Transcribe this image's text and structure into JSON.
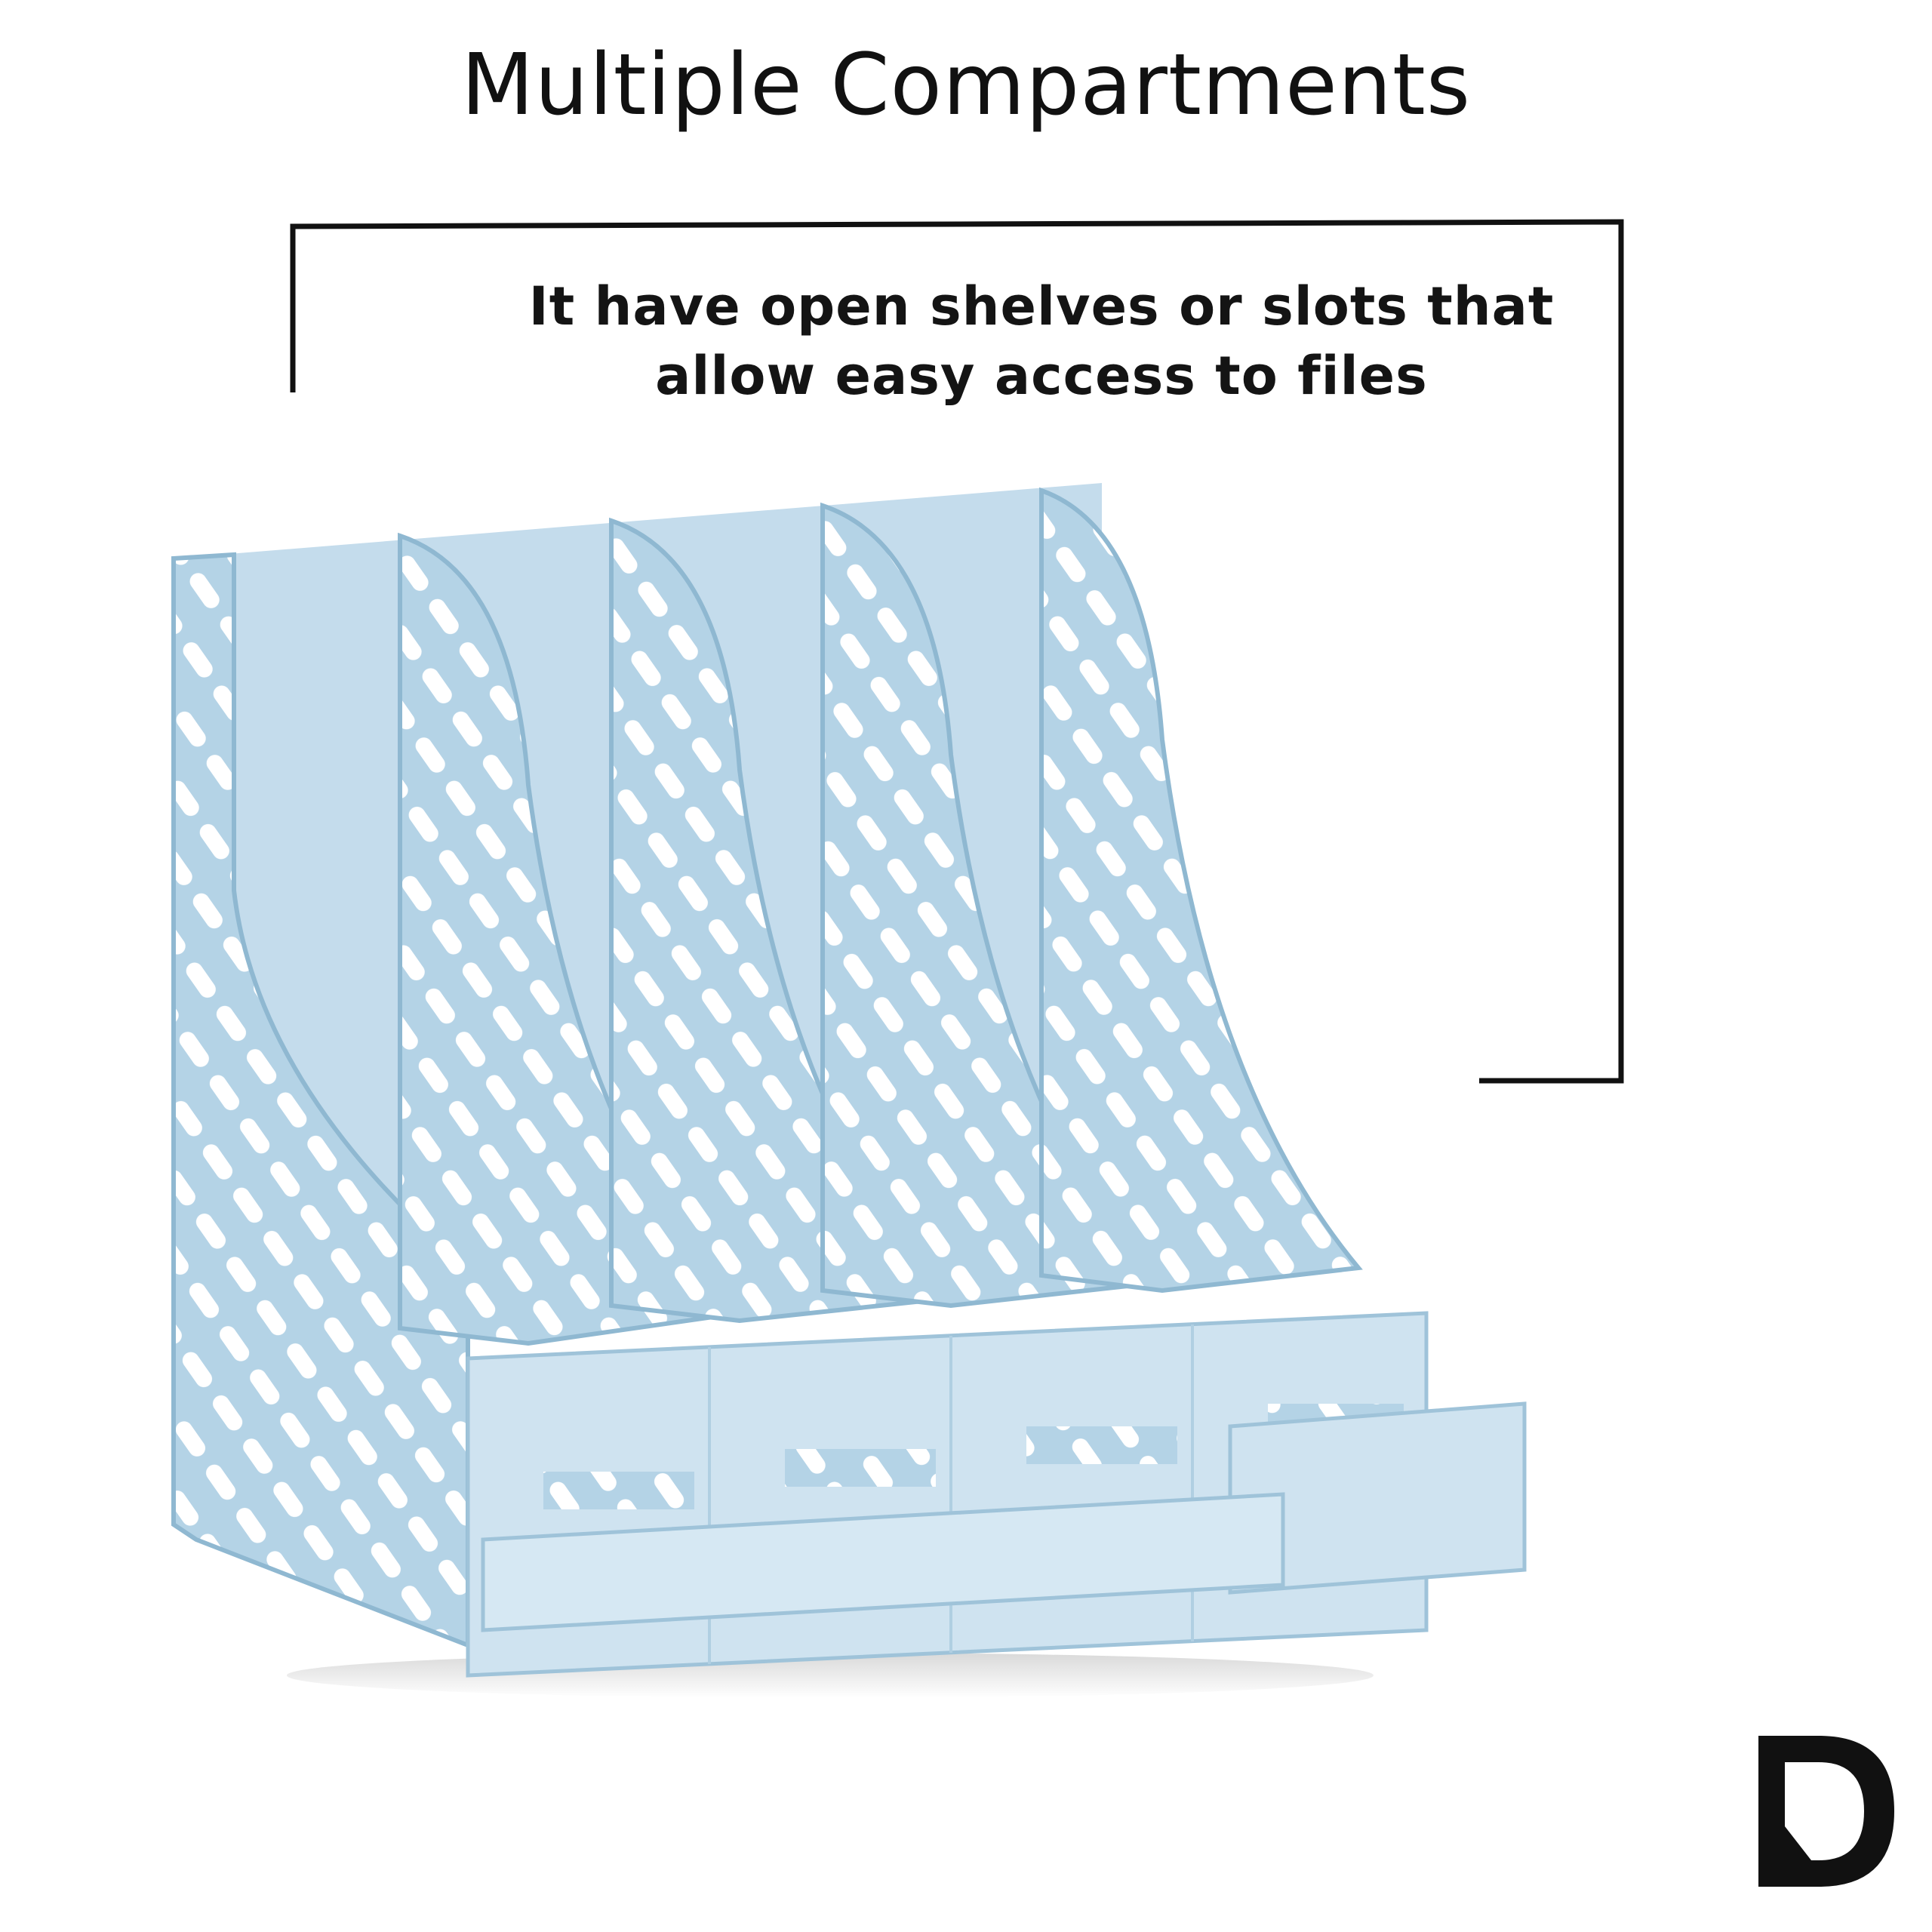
{
  "heading": "Multiple Compartments",
  "description": {
    "line1": "It have open shelves or slots that",
    "line2": "allow easy access to files"
  },
  "product": {
    "color": "#b4d3e6",
    "shade": "#8fb8d1",
    "compartment_count": 4
  },
  "brand": {
    "logo_icon": "brand-d-logo-icon"
  }
}
